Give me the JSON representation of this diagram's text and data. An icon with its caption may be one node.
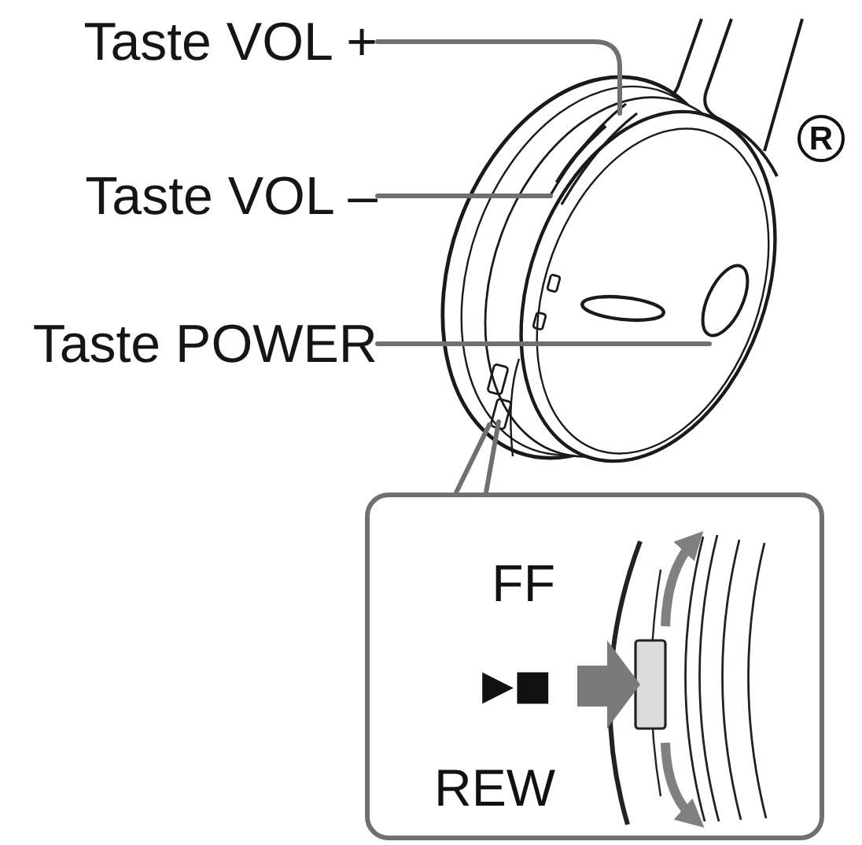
{
  "diagram": {
    "nodes": [
      {
        "text": [
          "Taste VOL +"
        ]
      },
      {
        "text": [
          "Taste VOL –"
        ]
      },
      {
        "text": [
          "Taste POWER"
        ]
      },
      {
        "text": [
          "FF",
          "▶■",
          "REW"
        ]
      }
    ],
    "edges": [
      {
        "from": 0,
        "to": null,
        "arrow": "none"
      },
      {
        "from": 1,
        "to": null,
        "arrow": "none"
      },
      {
        "from": 2,
        "to": null,
        "arrow": "none"
      },
      {
        "from": 3,
        "to": null,
        "arrow": "none"
      }
    ],
    "labels": [
      "R"
    ]
  }
}
